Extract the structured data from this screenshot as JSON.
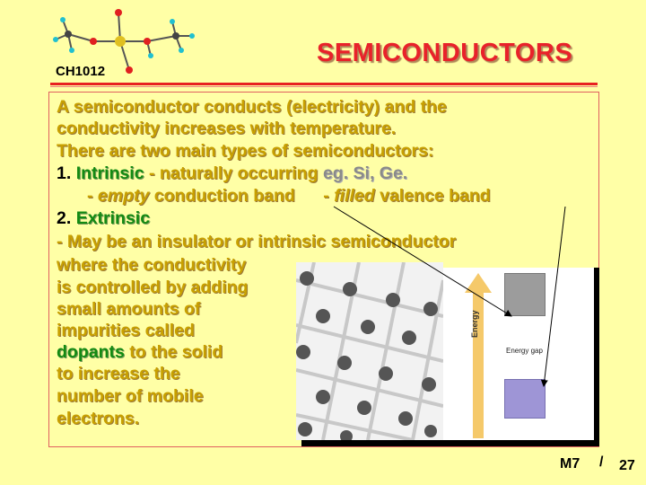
{
  "header": {
    "course_code": "CH1012",
    "title": "SEMICONDUCTORS"
  },
  "body": {
    "l1": "A semiconductor conducts (electricity) and the",
    "l2": "conductivity increases with temperature.",
    "l3": "There are two main types of semiconductors:",
    "l4_num": "1.",
    "l4_term": "Intrinsic",
    "l4_desc": "- naturally  occurring",
    "l4_eg": "eg. Si, Ge.",
    "l5_a": "- ",
    "l5_b": "empty",
    "l5_c": " conduction band",
    "l5_d": "- ",
    "l5_e": "filled",
    "l5_f": " valence band",
    "l6_num": "2.",
    "l6_term": "Extrinsic",
    "l7": "- May be an insulator or intrinsic semiconductor",
    "l8": "where the conductivity",
    "l9": "is controlled by adding",
    "l10": "small amounts of",
    "l11": "impurities called",
    "l12_term": "dopants",
    "l12_rest": " to the solid",
    "l13": "to increase the",
    "l14": "number of mobile",
    "l15": "electrons."
  },
  "figure": {
    "energy_label": "Energy",
    "gap_label": "Energy gap"
  },
  "footer": {
    "module": "M7",
    "separator": "/",
    "page": "27"
  },
  "colors": {
    "background": "#FFFFA6",
    "title": "#E8222A",
    "body_text": "#C8A000",
    "term": "#138A13",
    "example": "#8A8A8A"
  }
}
